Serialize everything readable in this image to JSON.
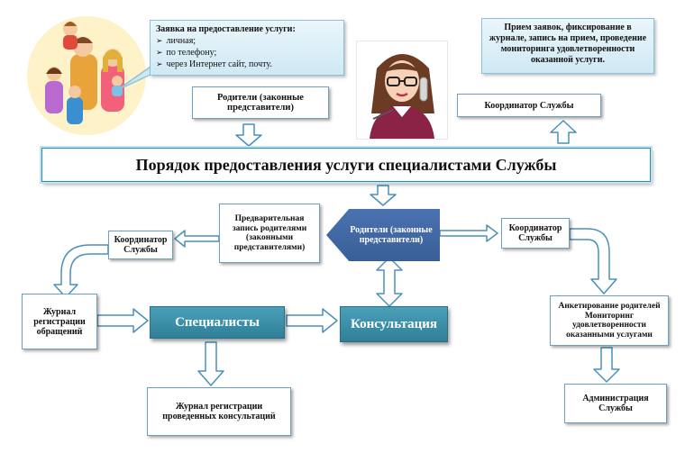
{
  "title": "Порядок предоставления услуги специалистами Службы",
  "request_callout": {
    "heading": "Заявка на предоставление услуги:",
    "items": [
      "личная;",
      "по телефону;",
      "через Интернет сайт, почту."
    ]
  },
  "coordinator_callout": "Прием заявок, фиксирование в журнале, запись на прием, проведение мониторинга удовлетворенности оказанной услуги.",
  "parents_top": "Родители (законные представители)",
  "coordinator_top": "Координатор Службы",
  "preliminary_entry": "Предварительная запись родителями (законными представителями)",
  "parents_center": "Родители (законные представители)",
  "coordinator_left": "Координатор Службы",
  "coordinator_right": "Координатор Службы",
  "journal_requests": "Журнал регистрации обращений",
  "specialists": "Специалисты",
  "consultation": "Консультация",
  "journal_consultations": "Журнал регистрации проведенных консультаций",
  "survey": "Анкетирование родителей Мониторинг удовлетворенности оказанными услугами",
  "administration": "Администрация Службы"
}
